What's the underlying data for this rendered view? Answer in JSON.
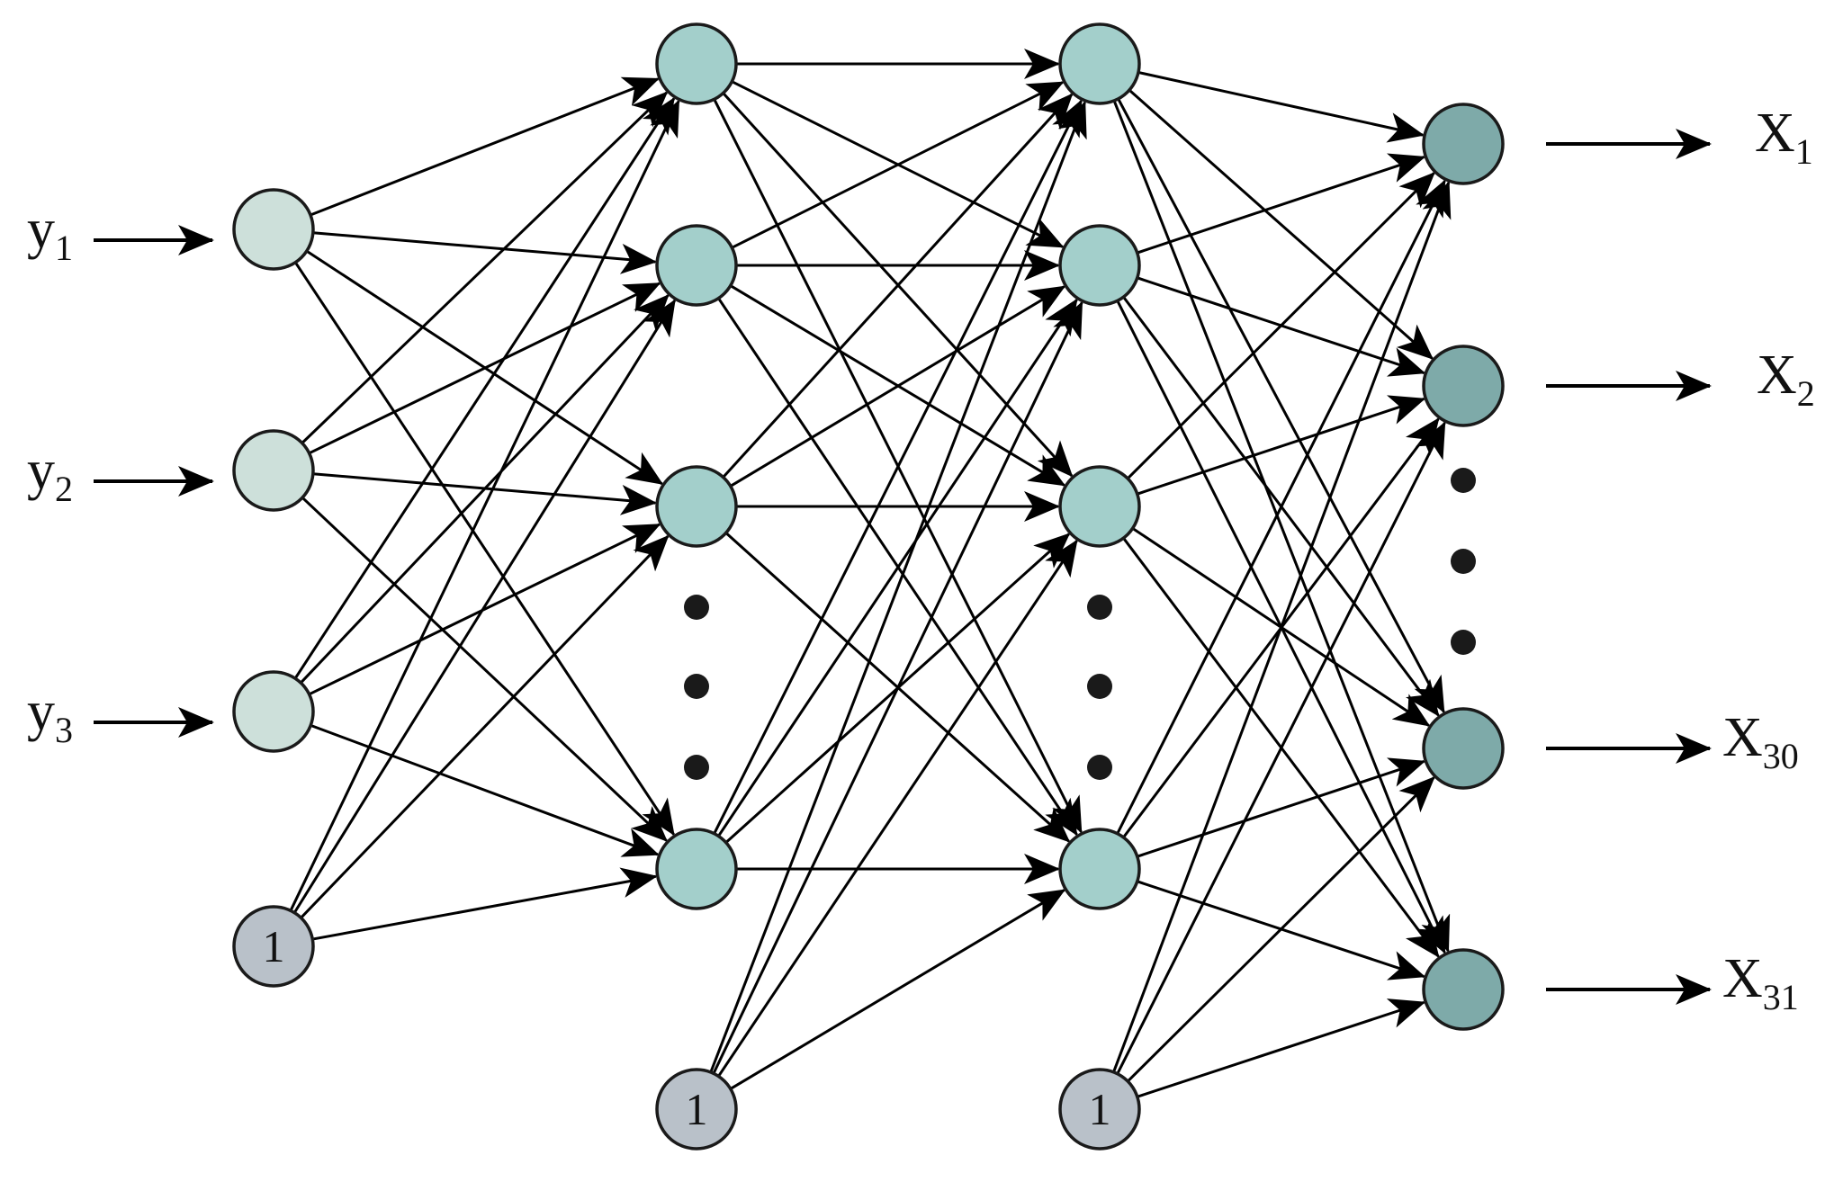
{
  "inputs": [
    {
      "base": "y",
      "sub": "1"
    },
    {
      "base": "y",
      "sub": "2"
    },
    {
      "base": "y",
      "sub": "3"
    }
  ],
  "outputs": [
    {
      "base": "X",
      "sub": "1"
    },
    {
      "base": "X",
      "sub": "2"
    },
    {
      "base": "X",
      "sub": "30"
    },
    {
      "base": "X",
      "sub": "31"
    }
  ],
  "bias_label": "1",
  "colors": {
    "input_node": "#cde0da",
    "hidden_node": "#a3cfcb",
    "output_node": "#7eaaa9",
    "bias_node": "#b9c1c9",
    "edge": "#000000",
    "dot": "#1a1a1a"
  }
}
